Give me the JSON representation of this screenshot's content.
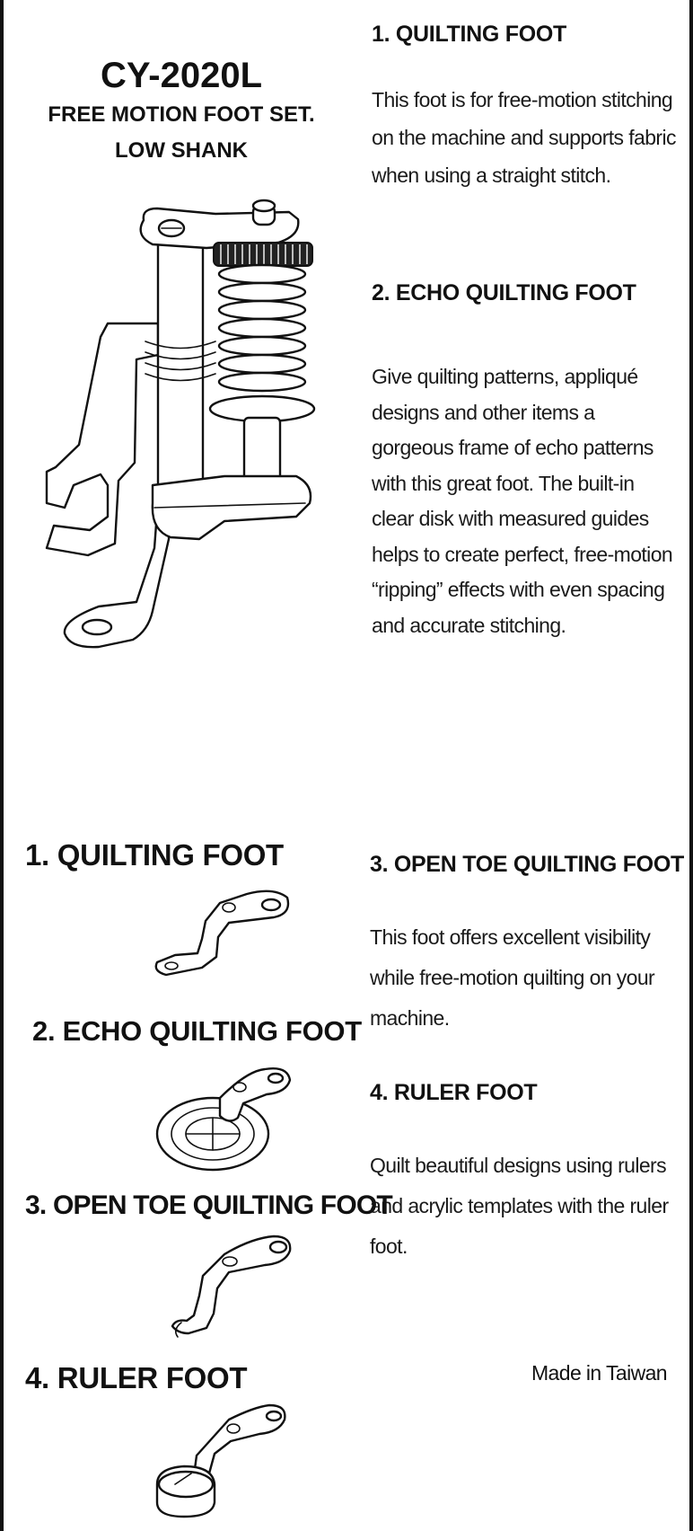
{
  "product": {
    "model": "CY-2020L",
    "subtitle": "FREE MOTION FOOT SET.\nLOW SHANK"
  },
  "descriptions": [
    {
      "heading": "1. QUILTING FOOT",
      "text": "This foot is for free-motion stitching on the machine and supports fabric when using a straight stitch."
    },
    {
      "heading": "2. ECHO QUILTING FOOT",
      "text": "Give quilting patterns, appliqué designs and other items a gorgeous frame of echo patterns with this great foot. The built-in clear disk with measured guides helps to create perfect, free-motion “ripping” effects with even spacing and accurate stitching."
    },
    {
      "heading": "3. OPEN TOE QUILTING FOOT",
      "text": "This foot offers excellent visibility while free-motion quilting on your machine."
    },
    {
      "heading": "4. RULER FOOT",
      "text": "Quilt beautiful designs using rulers and acrylic templates with the ruler foot."
    }
  ],
  "parts": [
    {
      "label": "1. QUILTING FOOT",
      "icon": "quilting-foot-icon"
    },
    {
      "label": "2. ECHO QUILTING FOOT",
      "icon": "echo-quilting-foot-icon"
    },
    {
      "label": "3. OPEN TOE QUILTING FOOT",
      "icon": "open-toe-foot-icon"
    },
    {
      "label": "4. RULER FOOT",
      "icon": "ruler-foot-icon"
    }
  ],
  "footer": {
    "origin": "Made in Taiwan"
  }
}
